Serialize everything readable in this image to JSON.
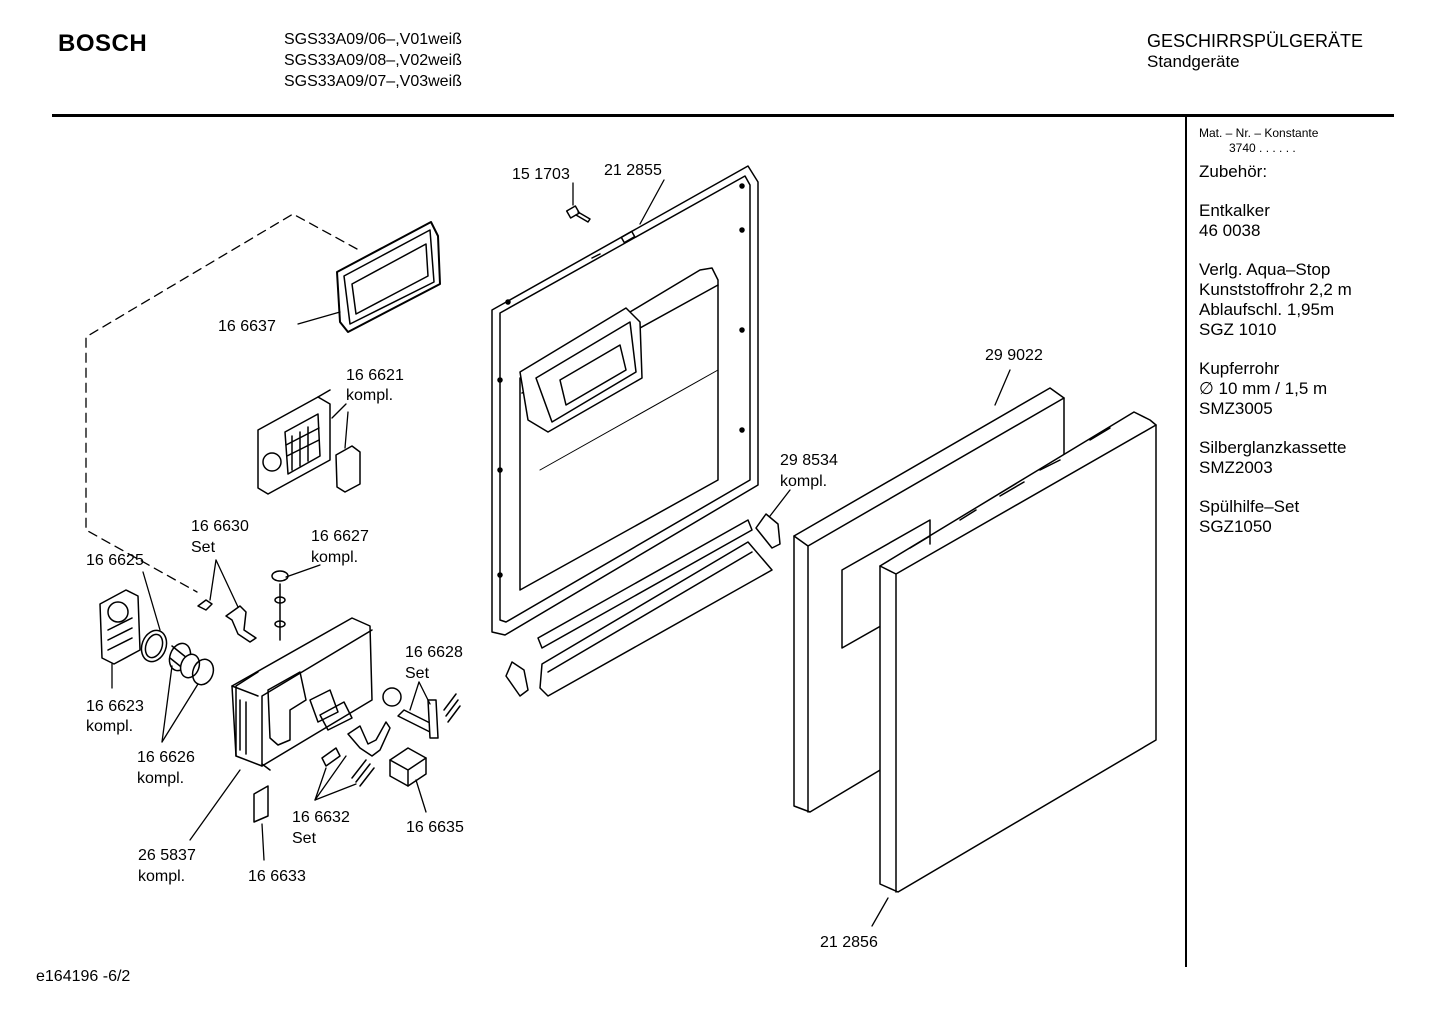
{
  "header": {
    "brand": "BOSCH",
    "models": [
      "SGS33A09/06–,V01weiß",
      "SGS33A09/08–,V02weiß",
      "SGS33A09/07–,V03weiß"
    ],
    "category": "GESCHIRRSPÜLGERÄTE",
    "subcategory": "Standgeräte"
  },
  "sidebar": {
    "mat_label": "Mat. – Nr. – Konstante",
    "mat_value": "3740  .  .   .  .  .  .",
    "zubehoer_title": "Zubehör:",
    "groups": [
      [
        "Entkalker",
        "46 0038"
      ],
      [
        "Verlg. Aqua–Stop",
        "Kunststoffrohr 2,2 m",
        "Ablaufschl. 1,95m",
        "SGZ 1010"
      ],
      [
        "Kupferrohr",
        "∅ 10 mm / 1,5 m",
        "SMZ3005"
      ],
      [
        "Silberglanzkassette",
        "SMZ2003"
      ],
      [
        "Spülhilfe–Set",
        "SGZ1050"
      ]
    ]
  },
  "parts": {
    "p151703": "15 1703",
    "p212855": "21 2855",
    "p166637": "16 6637",
    "p166621": [
      "16 6621",
      "kompl."
    ],
    "p299022": "29 9022",
    "p298534": [
      "29 8534",
      "kompl."
    ],
    "p166630": [
      "16 6630",
      "Set"
    ],
    "p166627": [
      "16 6627",
      "kompl."
    ],
    "p166625": "16 6625",
    "p166628": [
      "16 6628",
      "Set"
    ],
    "p166623": [
      "16 6623",
      "kompl."
    ],
    "p166626": [
      "16 6626",
      "kompl."
    ],
    "p166632": [
      "16 6632",
      "Set"
    ],
    "p166635": "16 6635",
    "p265837": [
      "26 5837",
      "kompl."
    ],
    "p166633": "16 6633",
    "p212856": "21 2856"
  },
  "footer": {
    "code": "e164196 -6/2"
  }
}
